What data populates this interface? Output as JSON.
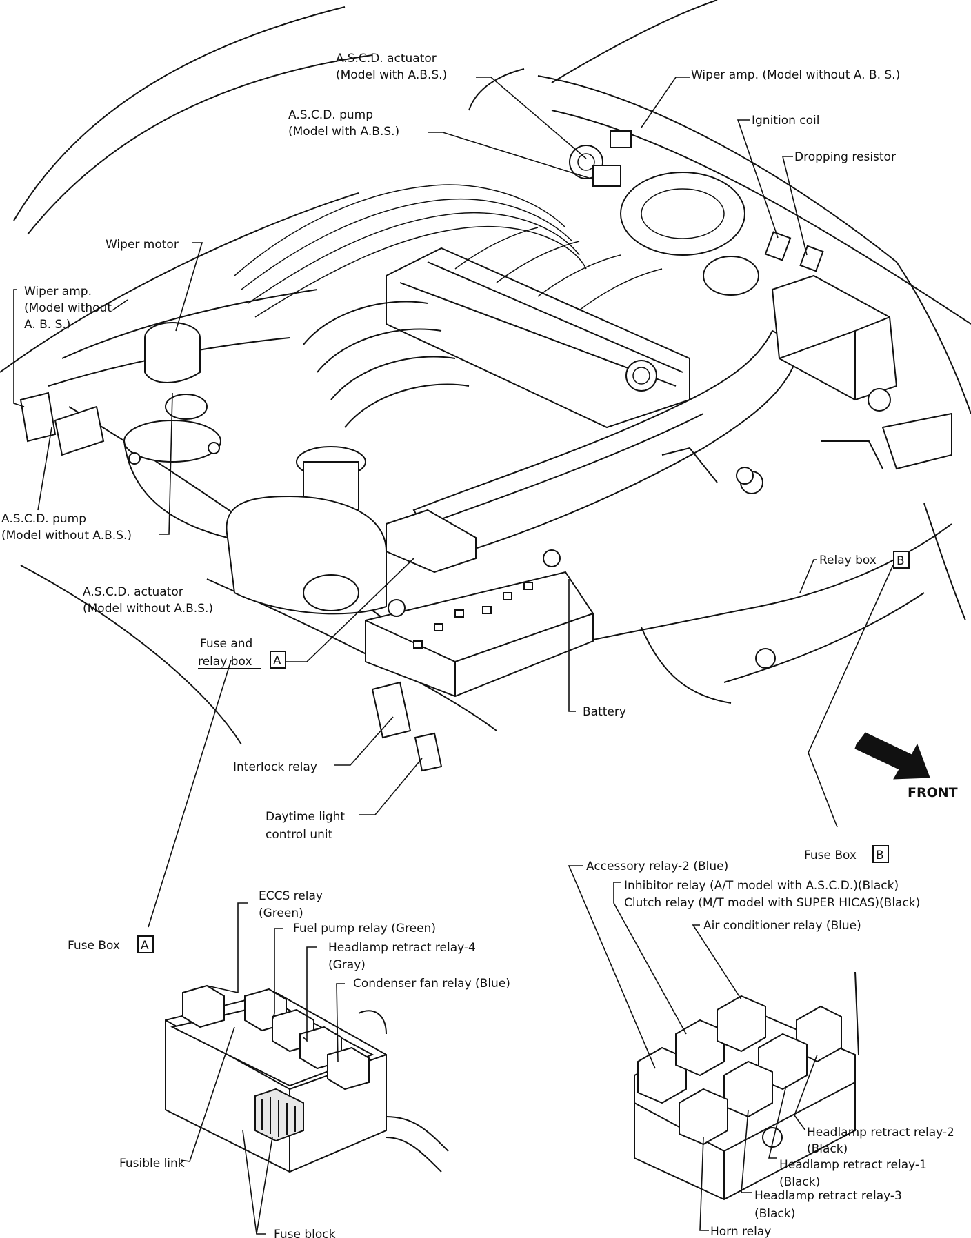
{
  "labels": {
    "ascd_actuator_abs_1": "A.S.C.D. actuator",
    "ascd_actuator_abs_2": "(Model with A.B.S.)",
    "ascd_pump_abs_1": "A.S.C.D. pump",
    "ascd_pump_abs_2": "(Model with A.B.S.)",
    "wiper_amp_noabs_top": "Wiper amp. (Model without A. B. S.)",
    "ignition_coil": "Ignition coil",
    "dropping_resistor": "Dropping resistor",
    "wiper_motor": "Wiper motor",
    "wiper_amp_left_1": "Wiper amp.",
    "wiper_amp_left_2": "(Model without",
    "wiper_amp_left_3": "A. B. S.)",
    "ascd_pump_noabs_1": "A.S.C.D. pump",
    "ascd_pump_noabs_2": "(Model without A.B.S.)",
    "ascd_actuator_noabs_1": "A.S.C.D. actuator",
    "ascd_actuator_noabs_2": "(Model without A.B.S.)",
    "fuse_relay_box_1": "Fuse and",
    "fuse_relay_box_2": "relay box",
    "relay_box": "Relay box",
    "battery": "Battery",
    "interlock_relay": "Interlock relay",
    "daytime_light_1": "Daytime light",
    "daytime_light_2": "control unit",
    "front": "FRONT",
    "fuse_box_b": "Fuse Box",
    "fuse_box_a": "Fuse Box",
    "eccs_relay_1": "ECCS relay",
    "eccs_relay_2": "(Green)",
    "fuel_pump_relay": "Fuel pump relay (Green)",
    "headlamp_retract_4_1": "Headlamp retract relay-4",
    "headlamp_retract_4_2": "(Gray)",
    "condenser_fan_relay": "Condenser fan relay (Blue)",
    "fusible_link": "Fusible link",
    "fuse_block": "Fuse block",
    "accessory_relay_2": "Accessory relay-2 (Blue)",
    "inhibitor_relay": "Inhibitor relay (A/T model with A.S.C.D.)(Black)",
    "clutch_relay": "Clutch relay (M/T model with SUPER HICAS)(Black)",
    "air_conditioner_relay": "Air conditioner relay (Blue)",
    "headlamp_retract_2_1": "Headlamp retract relay-2",
    "headlamp_retract_2_2": "(Black)",
    "headlamp_retract_1_1": "Headlamp retract relay-1",
    "headlamp_retract_1_2": "(Black)",
    "headlamp_retract_3_1": "Headlamp retract relay-3",
    "headlamp_retract_3_2": "(Black)",
    "horn_relay": "Horn relay"
  },
  "box_letters": {
    "a": "A",
    "b": "B"
  },
  "colors": {
    "ink": "#111111",
    "background": "#ffffff"
  }
}
